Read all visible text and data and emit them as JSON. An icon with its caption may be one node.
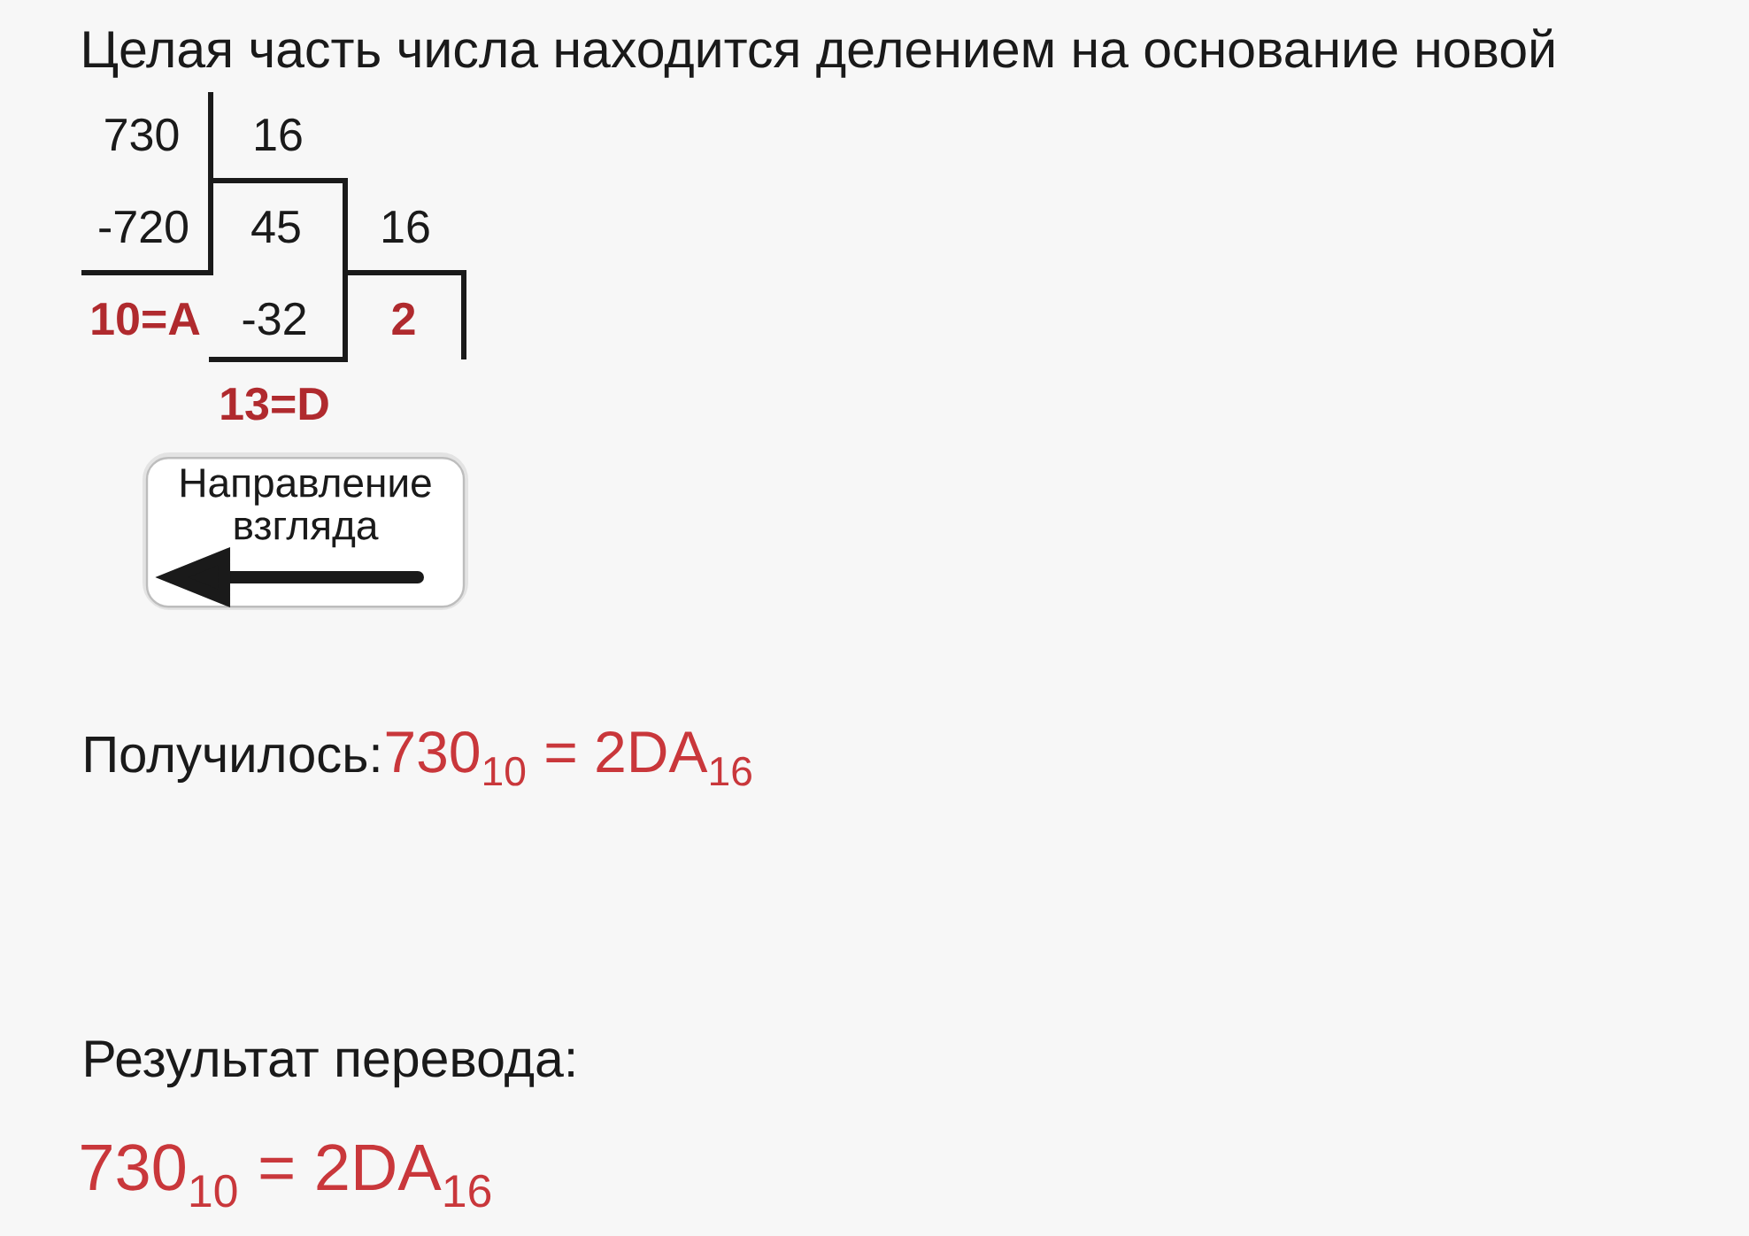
{
  "diagram": {
    "title": "Целая часть числа находится делением на основание новой",
    "nodes": [
      {
        "text": [
          "Направление взгляда"
        ]
      }
    ],
    "labels": [
      "730",
      "16",
      "-720",
      "45",
      "16",
      "10=A",
      "-32",
      "2",
      "13=D",
      "Получилось:",
      "730$_{10}$ = 2DA$_{16}$",
      "Результат перевода:",
      "730$_{10}$ = 2DA$_{16}$"
    ]
  }
}
